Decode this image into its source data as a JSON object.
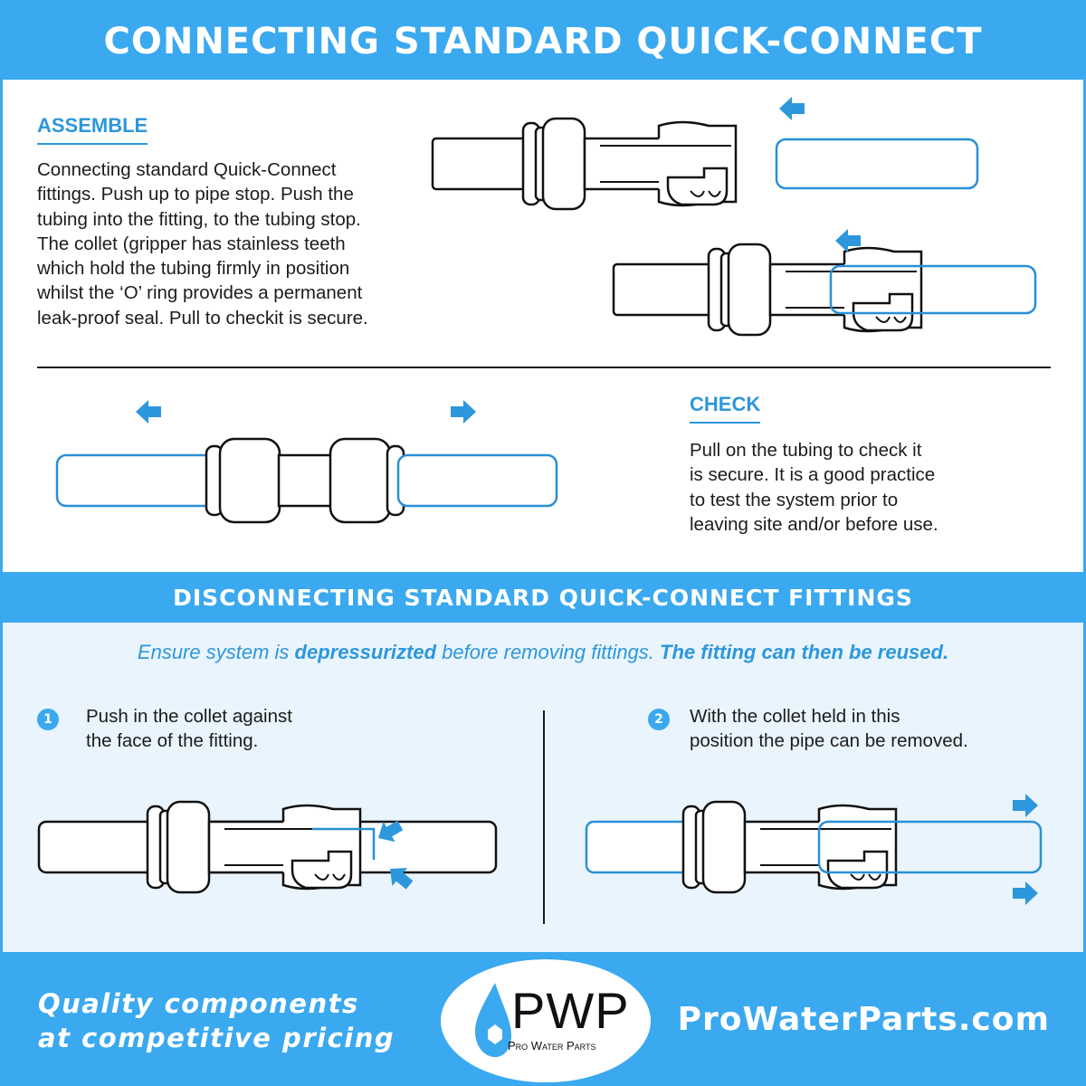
{
  "header": {
    "title": "CONNECTING STANDARD QUICK-CONNECT FITTINGS"
  },
  "assemble": {
    "heading": "ASSEMBLE",
    "text": "Connecting standard Quick-Connect\nfittings. Push up to pipe stop. Push the\ntubing into the fitting, to the tubing stop.\nThe collet (gripper has stainless teeth\nwhich hold the tubing firmly in position\nwhilst the ‘O’ ring provides a permanent\nleak-proof seal. Pull to checkit is secure."
  },
  "check": {
    "heading": "CHECK",
    "text": "Pull on the tubing to check it\nis secure. It is a good practice\nto test the system prior to\nleaving site and/or before use."
  },
  "disconnect": {
    "banner": "DISCONNECTING STANDARD QUICK-CONNECT FITTINGS",
    "warning": {
      "part1": "Ensure system is ",
      "bold1": "depressurizted",
      "part2": " before removing fittings. ",
      "bold2": "The fitting can then be reused."
    },
    "steps": [
      {
        "number": "1",
        "text": "Push in the collet against\nthe face of the fitting."
      },
      {
        "number": "2",
        "text": "With the collet held in this\nposition the pipe can be removed."
      }
    ]
  },
  "footer": {
    "tagline": "Quality components\nat competitive pricing",
    "url": "ProWaterParts.com",
    "logo": {
      "main": "PWP",
      "sub": "Pro Water Parts"
    }
  },
  "colors": {
    "accent": "#3aa9ef",
    "heading": "#2d97dd",
    "tube": "#2a8fd6",
    "ink": "#1a1a1a"
  },
  "icons": [
    "arrow-left-icon",
    "arrow-right-icon",
    "water-drop-icon"
  ]
}
